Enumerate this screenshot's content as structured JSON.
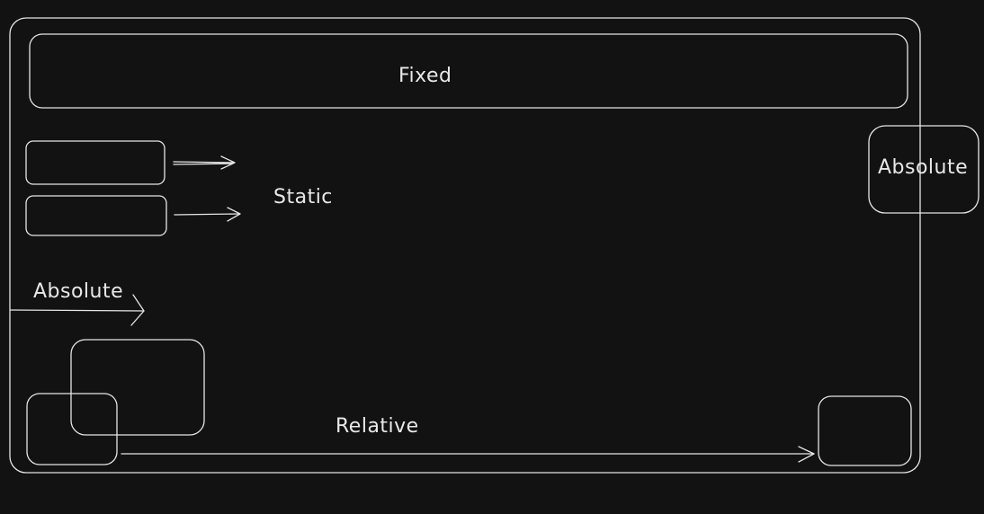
{
  "diagram": {
    "labels": {
      "fixed": "Fixed",
      "static": "Static",
      "absolute_side": "Absolute",
      "absolute_left": "Absolute",
      "relative": "Relative"
    },
    "colors": {
      "background": "#121212",
      "stroke": "#e6e6e6",
      "text": "#e8e8e8"
    }
  }
}
